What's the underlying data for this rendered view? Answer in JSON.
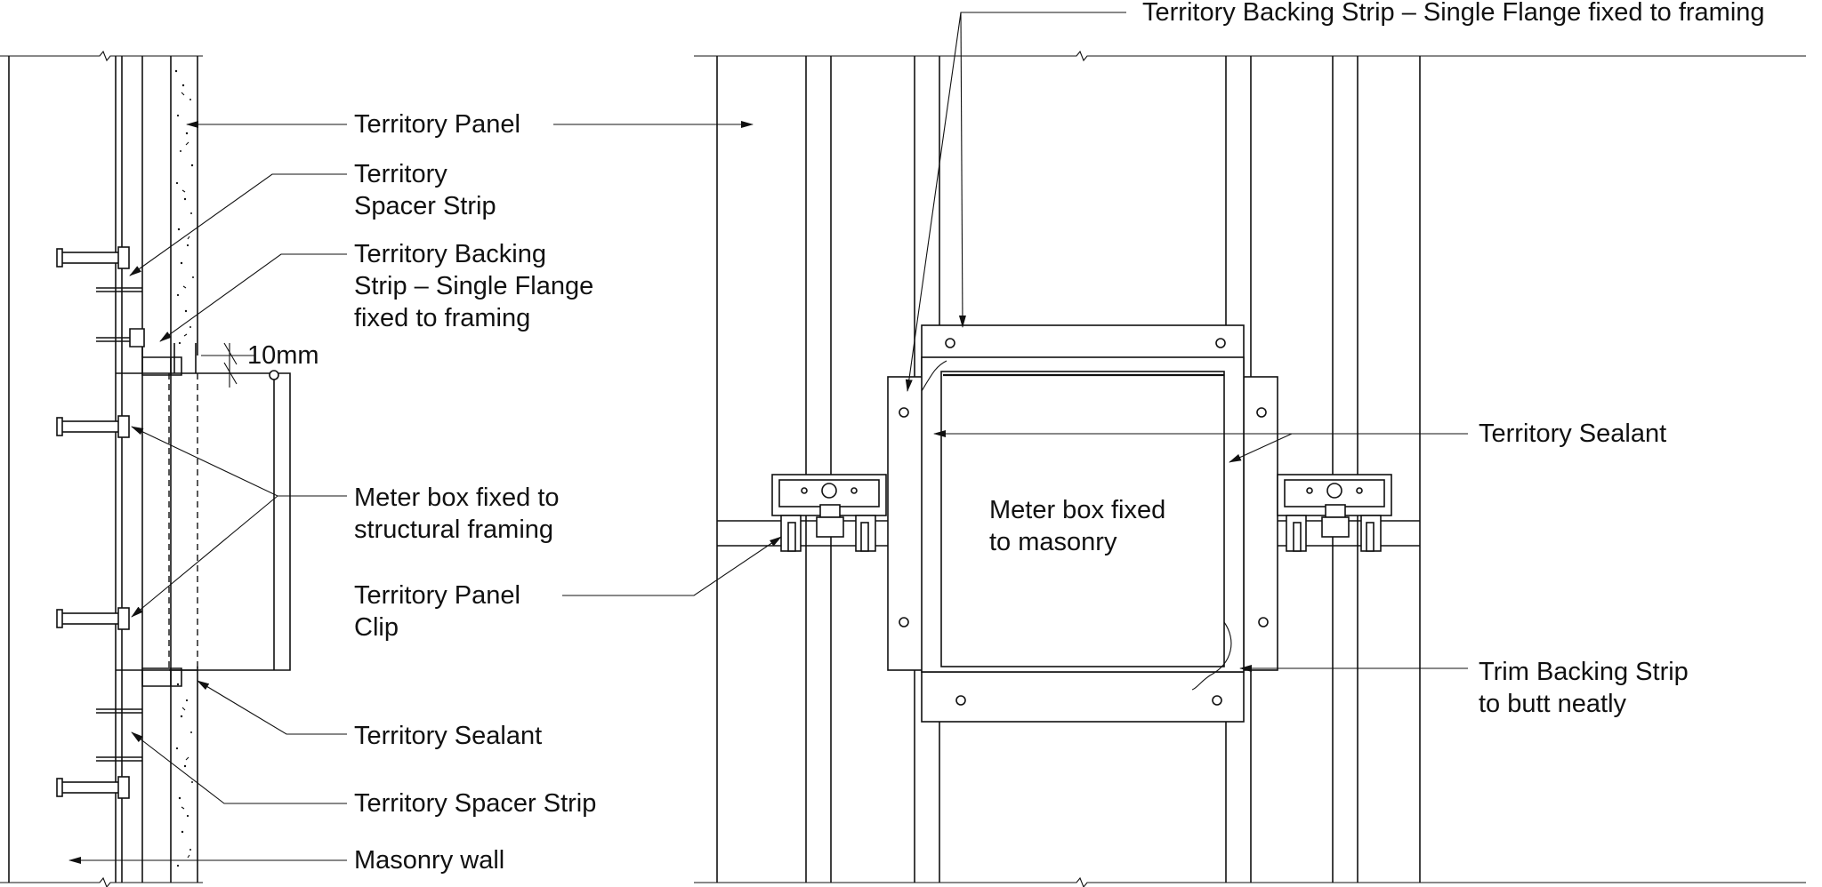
{
  "labels": {
    "territory_panel": "Territory Panel",
    "spacer_strip_top": "Territory\nSpacer Strip",
    "backing_strip_left": "Territory Backing\nStrip – Single Flange\nfixed to framing",
    "gap_dimension": "10mm",
    "meter_box_structural": "Meter box fixed to\nstructural framing",
    "panel_clip": "Territory Panel\nClip",
    "sealant_left": "Territory Sealant",
    "spacer_strip_bottom": "Territory Spacer Strip",
    "masonry_wall": "Masonry wall",
    "backing_strip_top": "Territory Backing Strip – Single Flange fixed to framing",
    "sealant_right": "Territory Sealant",
    "meter_box_masonry": "Meter box fixed\nto masonry",
    "trim_backing_strip": "Trim Backing Strip\nto butt neatly"
  }
}
